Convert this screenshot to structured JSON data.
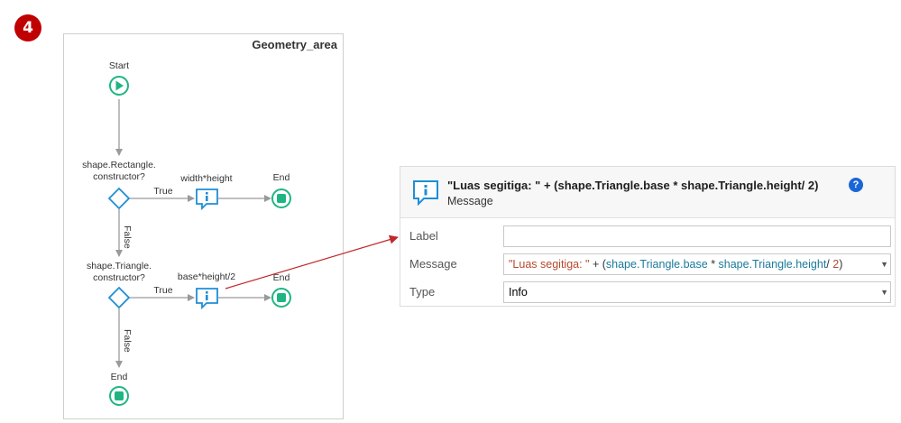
{
  "step_badge": "4",
  "flow": {
    "title": "Geometry_area",
    "start_label": "Start",
    "decision1_label_line1": "shape.Rectangle.",
    "decision1_label_line2": "constructor?",
    "decision1_true": "True",
    "decision1_false": "False",
    "message1_label": "width*height",
    "end1_label": "End",
    "decision2_label_line1": "shape.Triangle.",
    "decision2_label_line2": "constructor?",
    "decision2_true": "True",
    "decision2_false": "False",
    "message2_label": "base*height/2",
    "end2_label": "End",
    "end3_label": "End"
  },
  "properties": {
    "title": "\"Luas segitiga: \" + (shape.Triangle.base * shape.Triangle.height/ 2)",
    "subtitle": "Message",
    "help_icon": "?",
    "rows": [
      {
        "label": "Label",
        "value": ""
      },
      {
        "label": "Message",
        "value_parts": [
          "\"Luas segitiga: \"",
          " + (",
          "shape.Triangle.base",
          " * ",
          "shape.Triangle.height",
          "/ ",
          "2",
          ")"
        ]
      },
      {
        "label": "Type",
        "value": "Info"
      }
    ]
  },
  "colors": {
    "badge": "#c00000",
    "flow_green": "#1fb583",
    "flow_blue": "#1e8fd6",
    "arrow_red": "#c0282a",
    "help_blue": "#1b66d6"
  }
}
